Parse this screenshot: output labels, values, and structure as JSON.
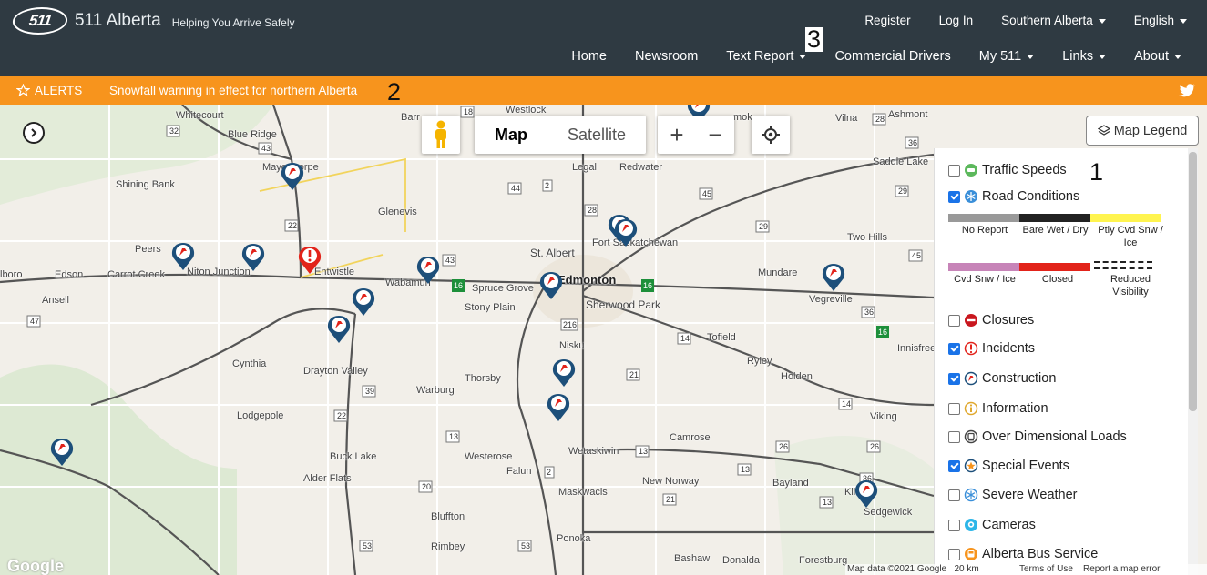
{
  "header": {
    "logo_text": "511",
    "site_name": "511 Alberta",
    "tagline": "Helping You Arrive Safely",
    "top_nav": [
      {
        "label": "Register"
      },
      {
        "label": "Log In"
      },
      {
        "label": "Southern Alberta"
      },
      {
        "label": "English"
      }
    ],
    "main_nav": [
      {
        "label": "Home"
      },
      {
        "label": "Newsroom"
      },
      {
        "label": "Text Report"
      },
      {
        "label": "Commercial Drivers"
      },
      {
        "label": "My 511"
      },
      {
        "label": "Links"
      },
      {
        "label": "About"
      }
    ]
  },
  "alerts": {
    "label": "ALERTS",
    "message": "Snowfall warning in effect for northern Alberta"
  },
  "annotations": {
    "one": "1",
    "two": "2",
    "three": "3"
  },
  "map_controls": {
    "map_label": "Map",
    "satellite_label": "Satellite",
    "zoom_in": "+",
    "zoom_out": "−",
    "legend_button": "Map Legend"
  },
  "places": {
    "whitecourt": "Whitecourt",
    "blue_ridge": "Blue Ridge",
    "mayerthorpe": "Mayerthorpe",
    "shining_bank": "Shining Bank",
    "glenevis": "Glenevis",
    "legal": "Legal",
    "redwater": "Redwater",
    "westlock": "Westlock",
    "barrhead": "Barr",
    "peers": "Peers",
    "edson": "Edson",
    "carrot_creek": "Carrot Creek",
    "niton": "Niton Junction",
    "evansburg": "Entwistle",
    "wabamun": "Wabamun",
    "spruce_grove": "Spruce Grove",
    "stony_plain": "Stony Plain",
    "st_albert": "St. Albert",
    "edmonton": "Edmonton",
    "sherwood_park": "Sherwood Park",
    "saskatchewan": "Fort Saskatchewan",
    "mundare": "Mundare",
    "vegreville": "Vegreville",
    "two_hills": "Two Hills",
    "saddle_lake": "Saddle Lake",
    "vilna": "Vilna",
    "ashmont": "Ashmont",
    "ansell": "Ansell",
    "hinton": "lboro",
    "cynthia": "Cynthia",
    "drayton_valley": "Drayton Valley",
    "thorsby": "Thorsby",
    "warburg": "Warburg",
    "nisku": "Nisku",
    "tofield": "Tofield",
    "ryley": "Ryley",
    "holden": "Holden",
    "innisfree": "Innisfree",
    "lodgepole": "Lodgepole",
    "buck_lake": "Buck Lake",
    "alder_flats": "Alder Flats",
    "westerose": "Westerose",
    "falun": "Falun",
    "wetaskiwin": "Wetaskiwin",
    "camrose": "Camrose",
    "new_norway": "New Norway",
    "maskwacis": "Maskwacis",
    "bluffton": "Bluffton",
    "rimbey": "Rimbey",
    "ponoka": "Ponoka",
    "bashaw": "Bashaw",
    "donalda": "Donalda",
    "forestburg": "Forestburg",
    "bayland": "Bayland",
    "killam": "Killam",
    "sedgewick": "Sedgewick",
    "viking": "Viking",
    "smoky": "mok"
  },
  "legend": {
    "traffic_speeds": {
      "label": "Traffic Speeds",
      "checked": false
    },
    "road_conditions": {
      "label": "Road Conditions",
      "checked": true
    },
    "swatches": [
      {
        "label": "No Report",
        "color": "#999999"
      },
      {
        "label": "Bare Wet / Dry",
        "color": "#222222"
      },
      {
        "label": "Ptly Cvd Snw / Ice",
        "color": "#fff44f"
      },
      {
        "label": "Cvd Snw / Ice",
        "color": "#c784b8"
      },
      {
        "label": "Closed",
        "color": "#e2231a"
      },
      {
        "label": "Reduced Visibility",
        "color": "#ffffff"
      }
    ],
    "layers": [
      {
        "label": "Closures",
        "checked": false,
        "icon": "closure-icon"
      },
      {
        "label": "Incidents",
        "checked": true,
        "icon": "incident-icon"
      },
      {
        "label": "Construction",
        "checked": true,
        "icon": "construction-icon"
      },
      {
        "label": "Information",
        "checked": false,
        "icon": "information-icon"
      },
      {
        "label": "Over Dimensional Loads",
        "checked": false,
        "icon": "truck-icon"
      },
      {
        "label": "Special Events",
        "checked": true,
        "icon": "special-event-icon"
      },
      {
        "label": "Severe Weather",
        "checked": false,
        "icon": "snowflake-icon"
      },
      {
        "label": "Cameras",
        "checked": false,
        "icon": "camera-icon"
      },
      {
        "label": "Alberta Bus Service",
        "checked": false,
        "icon": "bus-icon"
      }
    ]
  },
  "map_footer": {
    "google": "Google",
    "attribution": "Map data ©2021 Google",
    "scale": "20 km",
    "terms": "Terms of Use",
    "report": "Report a map error"
  },
  "colors": {
    "header_bg": "#2f3a42",
    "alert_bg": "#f7941d",
    "pin_blue": "#1d4f7a",
    "pin_red": "#e2231a"
  }
}
